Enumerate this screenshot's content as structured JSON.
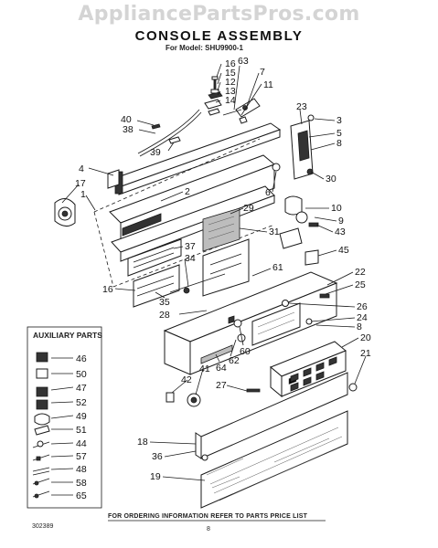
{
  "watermark": "AppliancePartsPros.com",
  "title": "CONSOLE ASSEMBLY",
  "model_line": "For Model: SHU9900-1",
  "aux_title": "AUXILIARY PARTS",
  "order_note": "FOR ORDERING INFORMATION REFER TO PARTS PRICE LIST",
  "doc_number": "302389",
  "page_number": "8",
  "callouts": [
    {
      "label": "16"
    },
    {
      "label": "15"
    },
    {
      "label": "12"
    },
    {
      "label": "13"
    },
    {
      "label": "14"
    },
    {
      "label": "63"
    },
    {
      "label": "7"
    },
    {
      "label": "11"
    },
    {
      "label": "23"
    },
    {
      "label": "3"
    },
    {
      "label": "5"
    },
    {
      "label": "8"
    },
    {
      "label": "40"
    },
    {
      "label": "38"
    },
    {
      "label": "39"
    },
    {
      "label": "4"
    },
    {
      "label": "17"
    },
    {
      "label": "1"
    },
    {
      "label": "2"
    },
    {
      "label": "30"
    },
    {
      "label": "6"
    },
    {
      "label": "29"
    },
    {
      "label": "31"
    },
    {
      "label": "10"
    },
    {
      "label": "9"
    },
    {
      "label": "43"
    },
    {
      "label": "45"
    },
    {
      "label": "37"
    },
    {
      "label": "34"
    },
    {
      "label": "16"
    },
    {
      "label": "35"
    },
    {
      "label": "61"
    },
    {
      "label": "22"
    },
    {
      "label": "25"
    },
    {
      "label": "26"
    },
    {
      "label": "24"
    },
    {
      "label": "8"
    },
    {
      "label": "28"
    },
    {
      "label": "60"
    },
    {
      "label": "62"
    },
    {
      "label": "64"
    },
    {
      "label": "20"
    },
    {
      "label": "21"
    },
    {
      "label": "41"
    },
    {
      "label": "42"
    },
    {
      "label": "27"
    },
    {
      "label": "18"
    },
    {
      "label": "36"
    },
    {
      "label": "19"
    }
  ],
  "aux_parts": [
    {
      "label": "46"
    },
    {
      "label": "50"
    },
    {
      "label": "47"
    },
    {
      "label": "52"
    },
    {
      "label": "49"
    },
    {
      "label": "51"
    },
    {
      "label": "44"
    },
    {
      "label": "57"
    },
    {
      "label": "48"
    },
    {
      "label": "58"
    },
    {
      "label": "65"
    }
  ]
}
